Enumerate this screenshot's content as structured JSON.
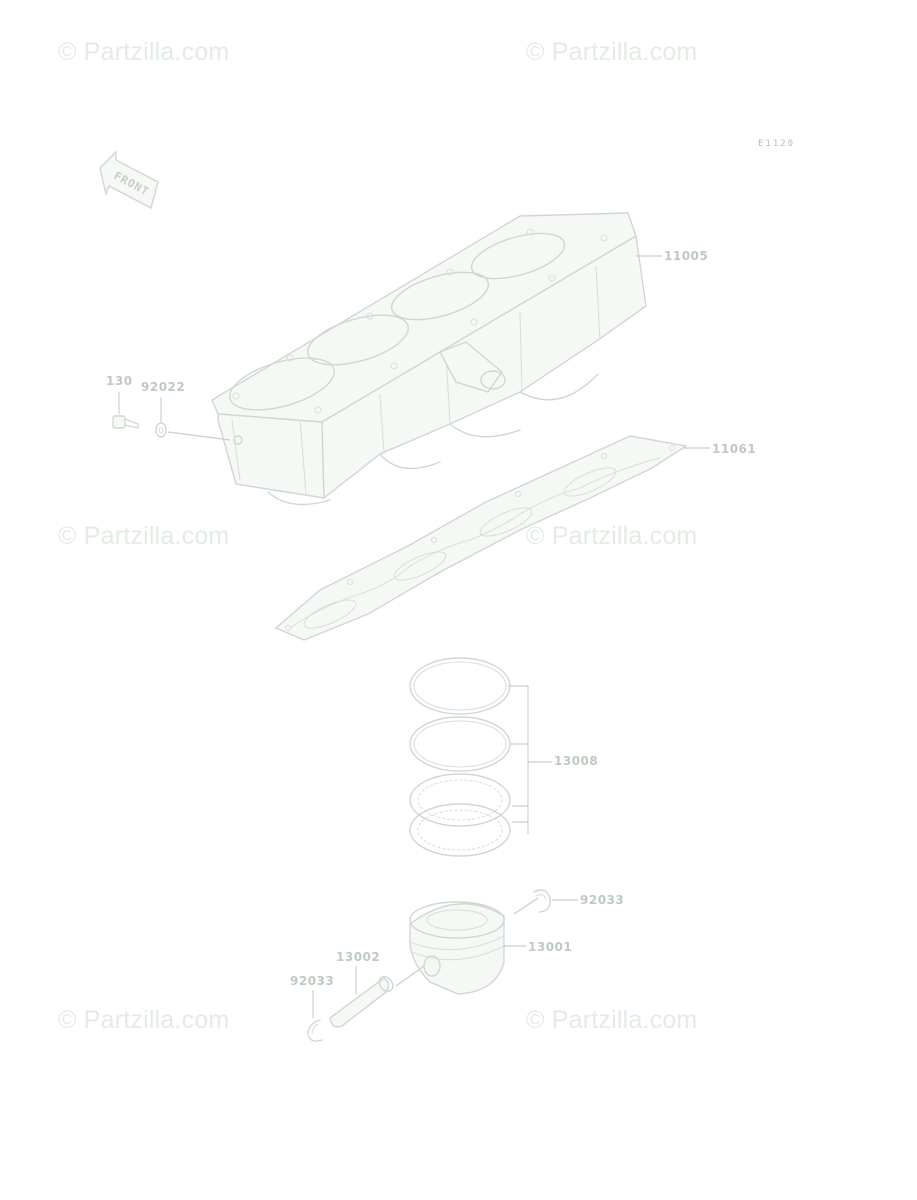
{
  "watermark": "© Partzilla.com",
  "diagram_code": "E1120",
  "front_label": "FRONT",
  "parts": {
    "cylinder": "11005",
    "cylinder_gasket": "11061",
    "bolt": "130",
    "washer": "92022",
    "piston_ring_set": "13008",
    "piston": "13001",
    "piston_pin": "13002",
    "snap_ring_right": "92033",
    "snap_ring_left": "92033"
  }
}
